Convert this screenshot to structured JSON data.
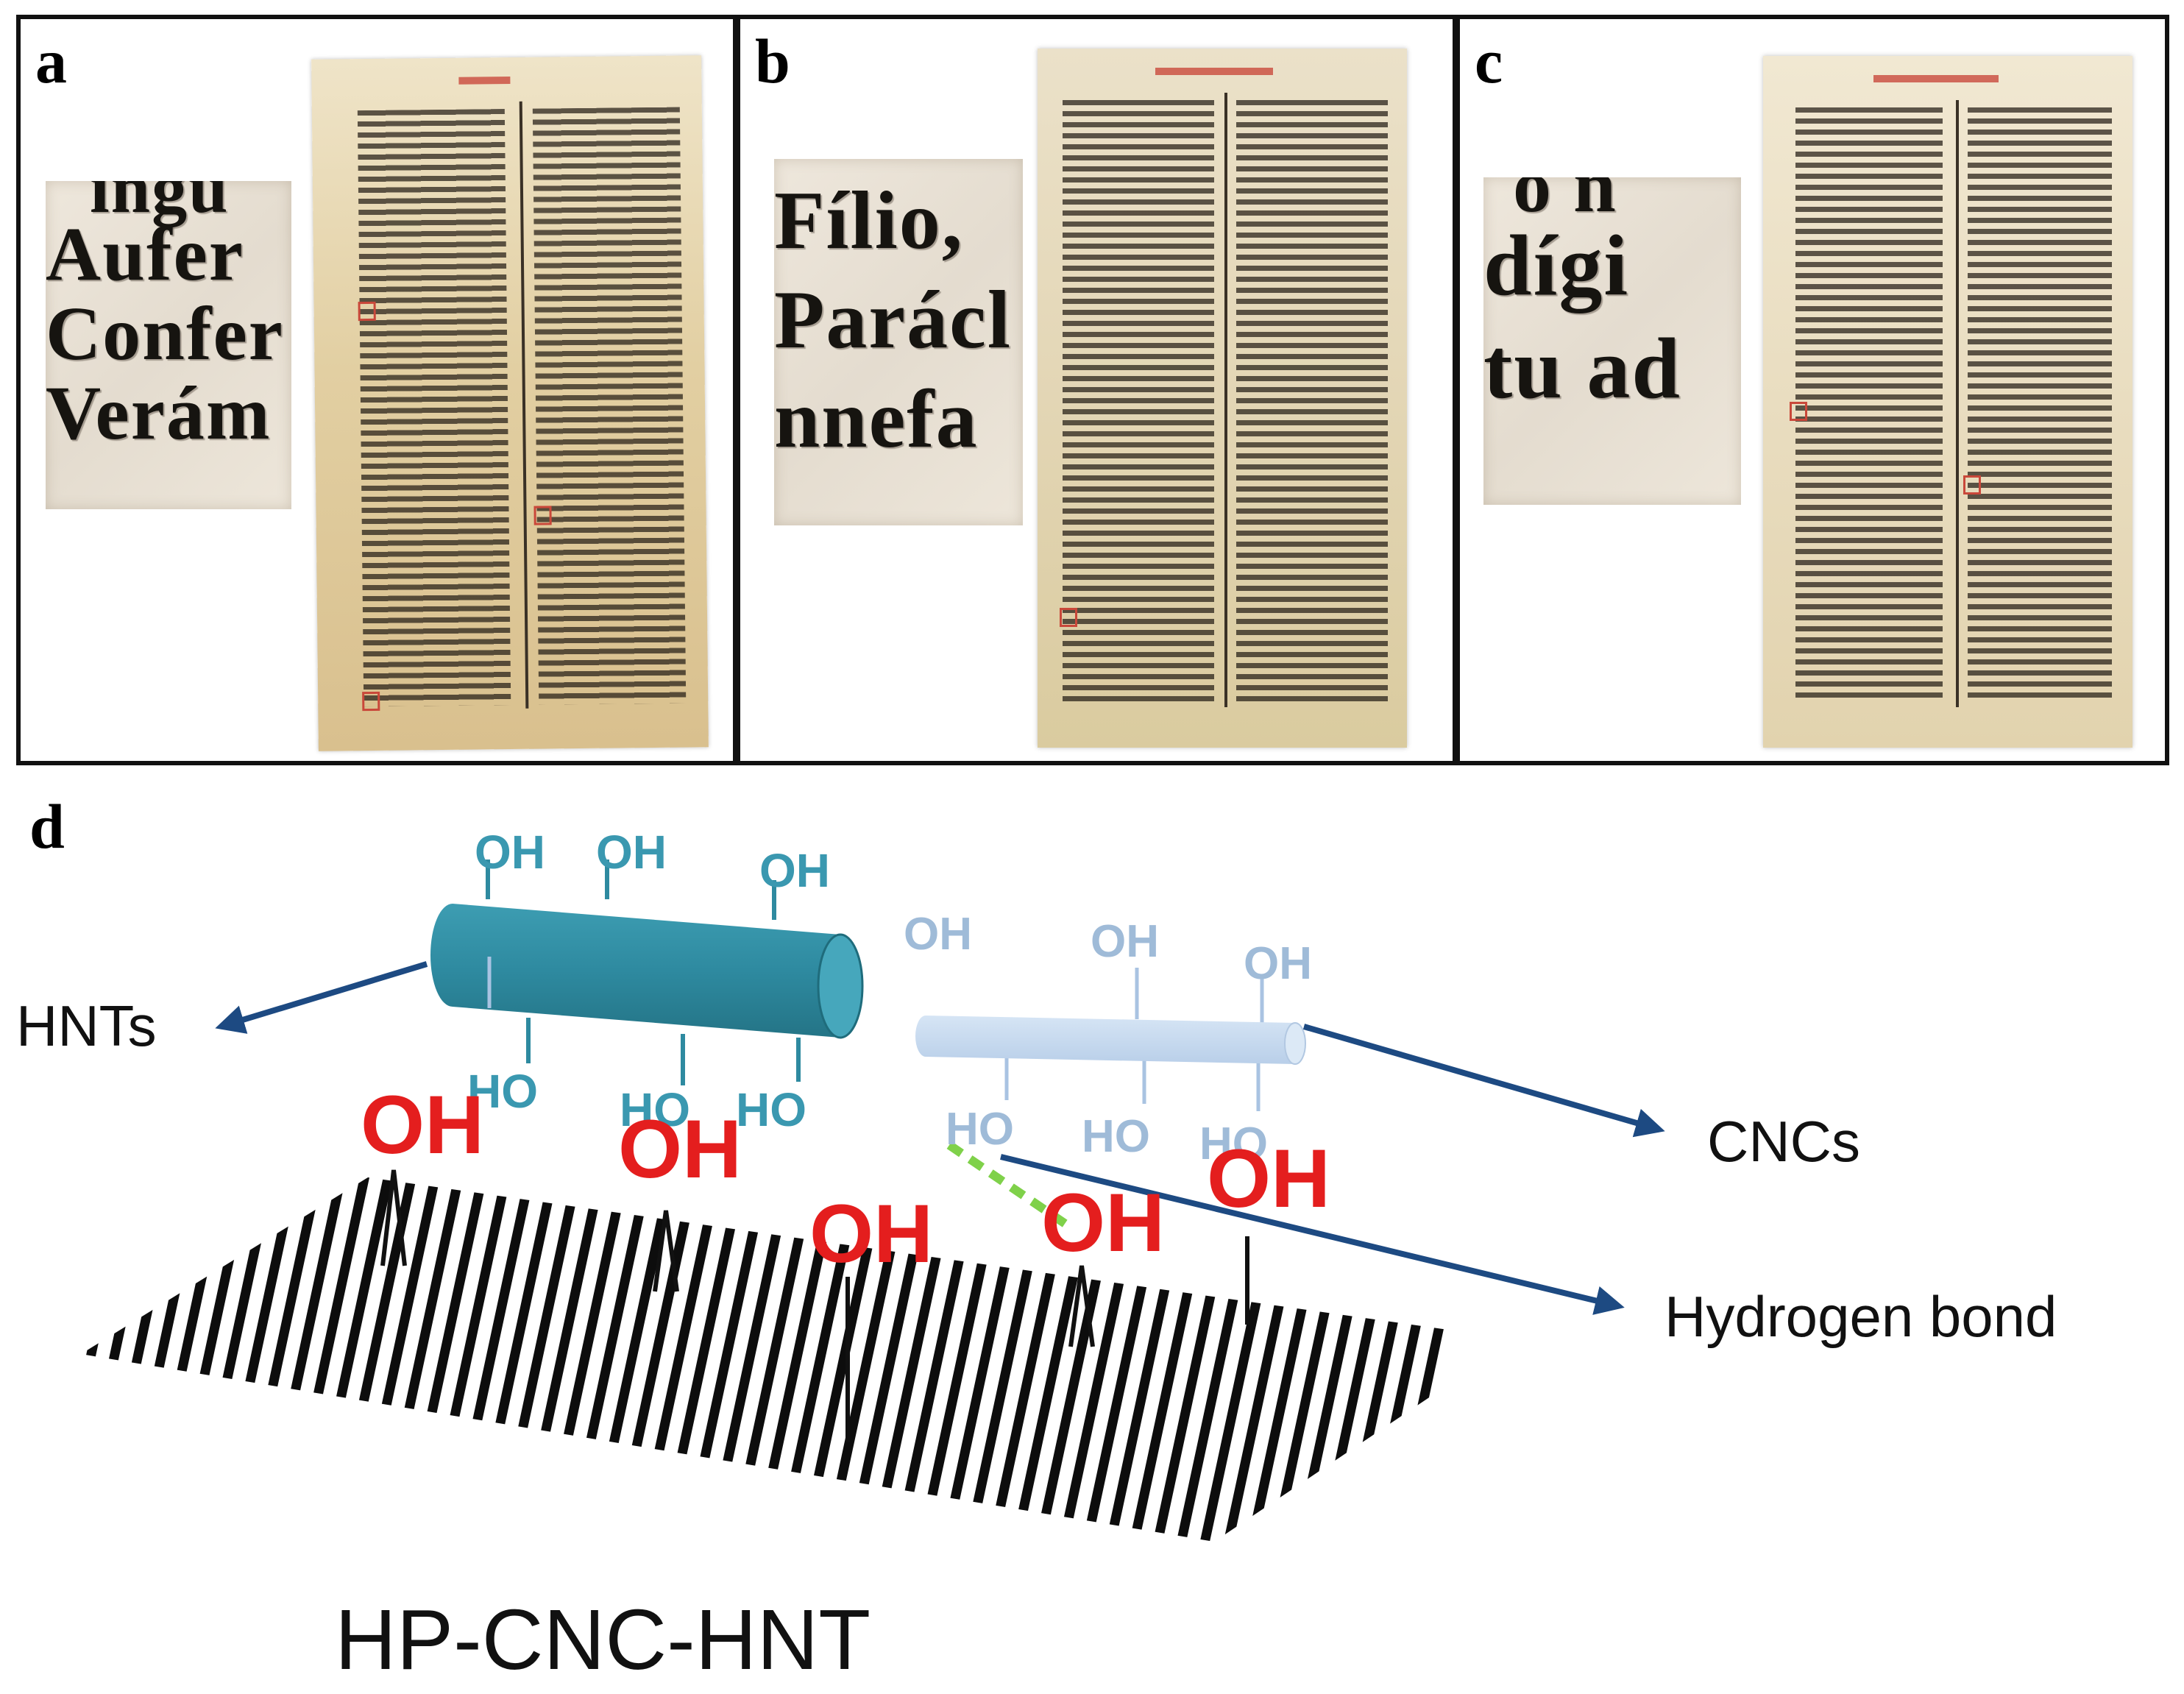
{
  "panels": [
    {
      "letter": "a",
      "zoom_lines": [
        "ingu",
        "Aufer",
        "Confer",
        "Verám"
      ]
    },
    {
      "letter": "b",
      "zoom_lines": [
        "Fílio,",
        "Parácl",
        "nnefa"
      ]
    },
    {
      "letter": "c",
      "zoom_lines": [
        "o n",
        "dígi",
        "tu ad"
      ]
    }
  ],
  "diagram": {
    "letter": "d",
    "hnt_label": "HNTs",
    "cnc_label": "CNCs",
    "hbond_label": "Hydrogen bond",
    "paper_label": "HP-CNC-HNT",
    "hydroxyl_oh": "OH",
    "hydroxyl_ho": "HO",
    "colors": {
      "hnt_tube": "#2e8aa0",
      "hnt_text": "#3a98b0",
      "cnc_rod": "#c5d8ef",
      "cnc_text": "#9fbbd8",
      "paper_oh": "#e41e1e",
      "arrow": "#1d4a82",
      "hbond": "#7fd14a"
    }
  }
}
